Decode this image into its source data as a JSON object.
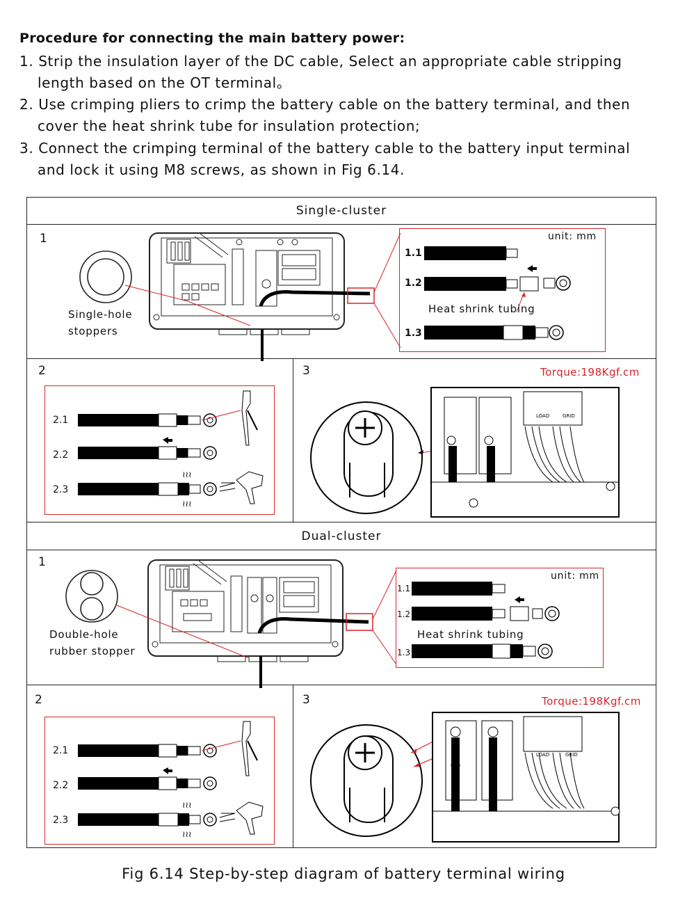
{
  "heading": "Procedure for connecting the main battery power:",
  "steps": [
    {
      "line1": "1. Strip the insulation layer of the DC cable, Select an appropriate cable stripping",
      "line2": "length based on the OT terminal。"
    },
    {
      "line1": "2. Use crimping pliers to crimp the battery cable on the battery terminal, and then",
      "line2": "cover the heat shrink tube for insulation protection;"
    },
    {
      "line1": "3. Connect the crimping terminal of the battery cable to the battery input terminal",
      "line2": "and lock it using M8 screws, as shown in Fig 6.14."
    }
  ],
  "single": {
    "title": "Single-cluster",
    "p1_num": "1",
    "stopper_label_1": "Single-hole",
    "stopper_label_2": "stoppers",
    "unit": "unit: mm",
    "steps": [
      "1.1",
      "1.2",
      "1.3"
    ],
    "heat_label": "Heat shrink tubing",
    "p2_num": "2",
    "crimp_steps": [
      "2.1",
      "2.2",
      "2.3"
    ],
    "p3_num": "3",
    "torque": "Torque:198Kgf.cm"
  },
  "dual": {
    "title": "Dual-cluster",
    "p1_num": "1",
    "stopper_label_1": "Double-hole",
    "stopper_label_2": "rubber stopper",
    "unit": "unit: mm",
    "steps": [
      "1.1",
      "1.2",
      "1.3"
    ],
    "heat_label": "Heat shrink tubing",
    "p2_num": "2",
    "crimp_steps": [
      "2.1",
      "2.2",
      "2.3"
    ],
    "p3_num": "3",
    "torque": "Torque:198Kgf.cm"
  },
  "inverter_labels": {
    "load": "LOAD",
    "grid": "GRID"
  },
  "caption": "Fig 6.14 Step-by-step diagram of battery terminal wiring",
  "colors": {
    "accent": "#d8232a",
    "line": "#222222",
    "cable": "#000000"
  }
}
